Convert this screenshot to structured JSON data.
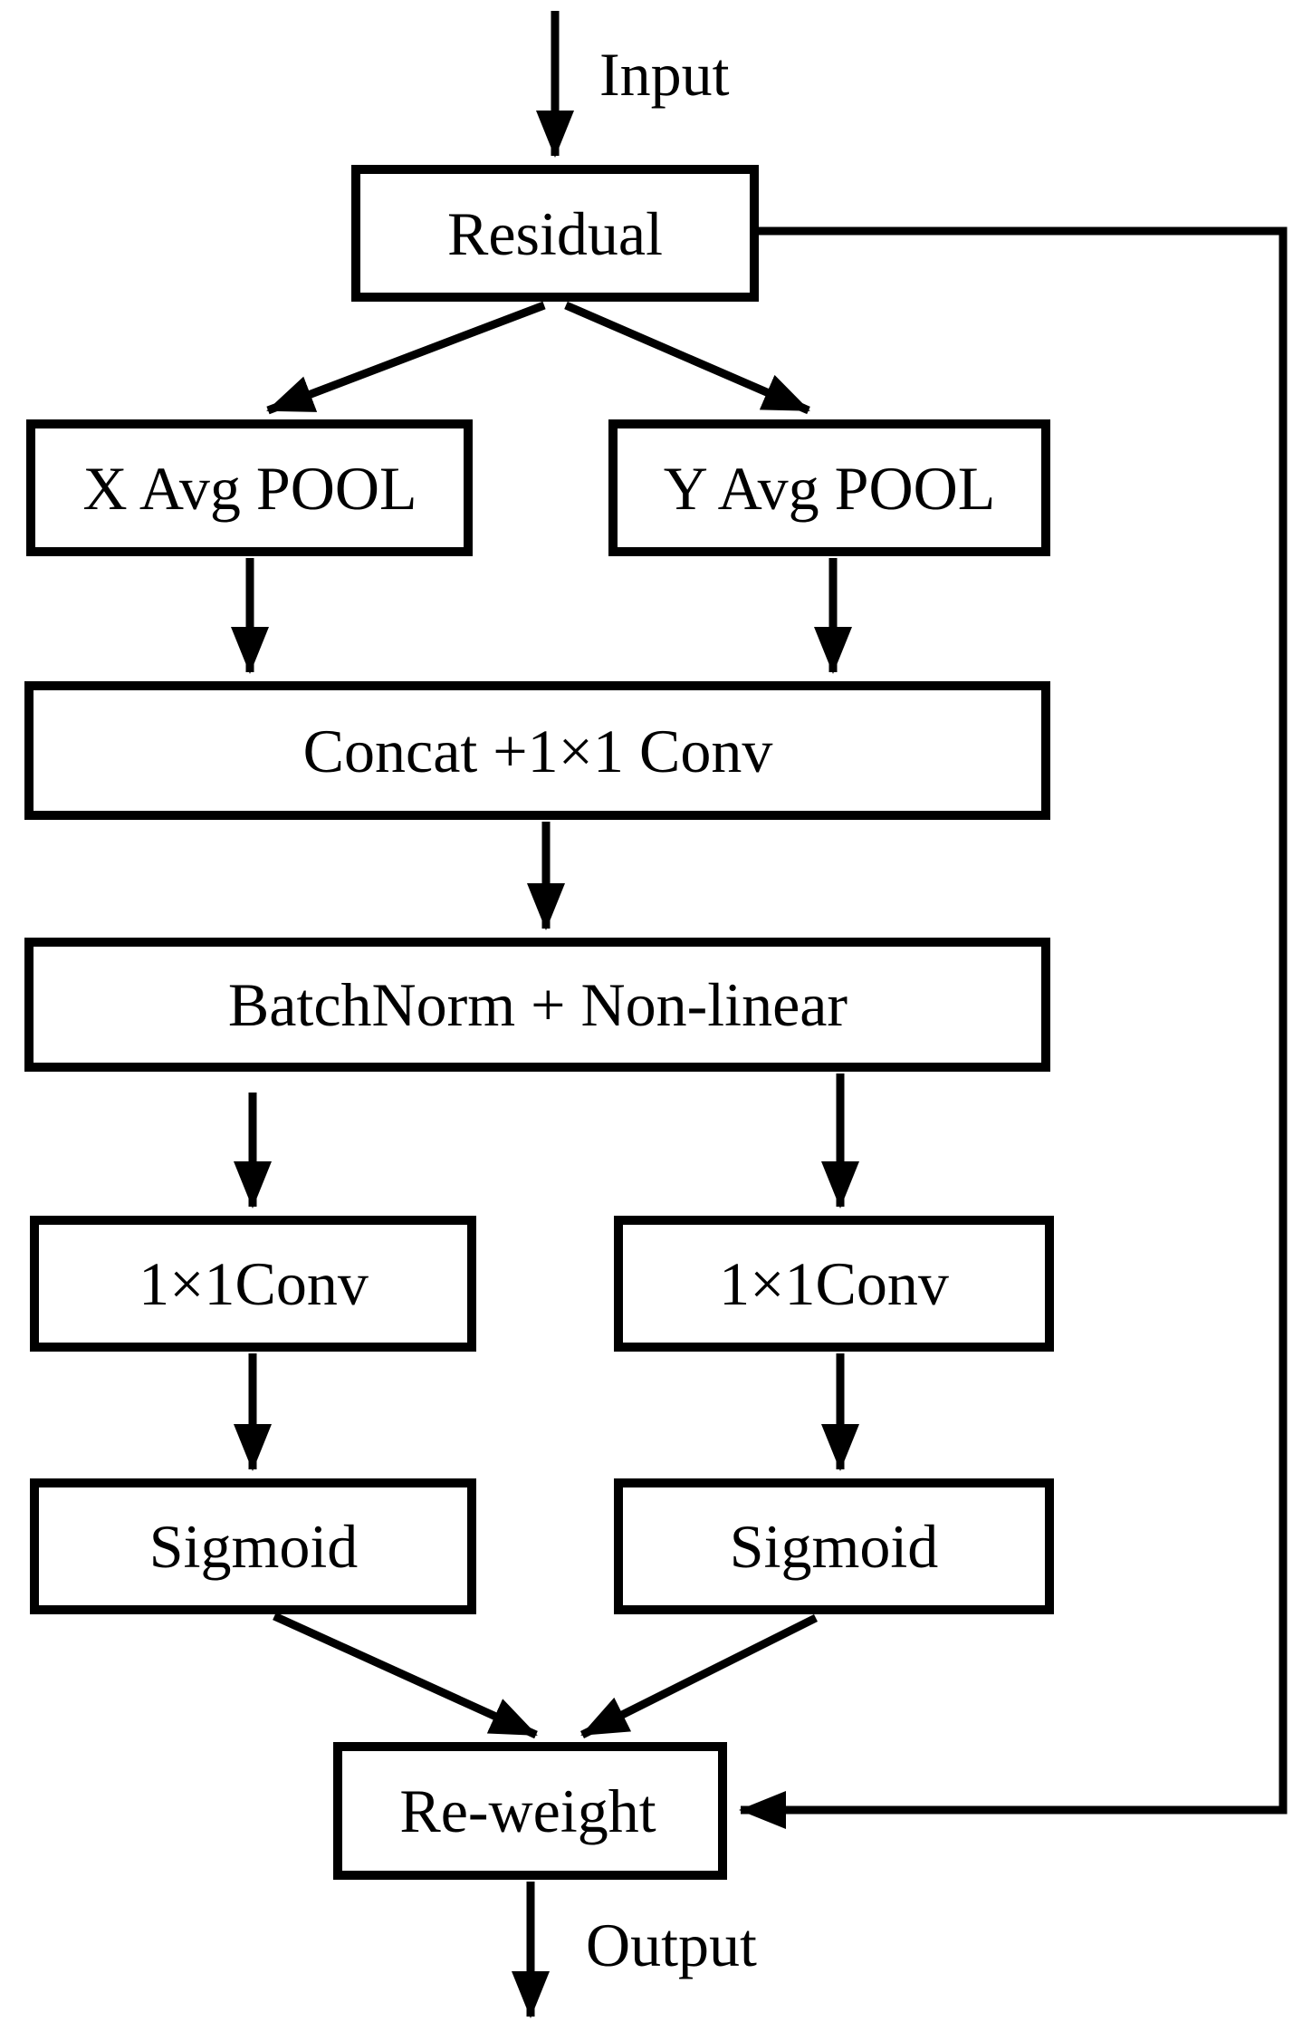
{
  "figure": {
    "type": "flowchart",
    "description": "Coordinate attention block diagram",
    "background_color": "#ffffff",
    "box_fill_color": "#ffffff",
    "line_color": "#000000"
  },
  "labels": {
    "input": "Input",
    "output": "Output"
  },
  "nodes": {
    "residual": "Residual",
    "x_avg_pool": "X Avg POOL",
    "y_avg_pool": "Y Avg POOL",
    "concat_conv": "Concat +1×1 Conv",
    "batchnorm_nonlinear": "BatchNorm + Non-linear",
    "conv_left": "1×1Conv",
    "conv_right": "1×1Conv",
    "sigmoid_left": "Sigmoid",
    "sigmoid_right": "Sigmoid",
    "reweight": "Re-weight"
  },
  "edges": [
    {
      "from": "input",
      "to": "residual"
    },
    {
      "from": "residual",
      "to": "x_avg_pool"
    },
    {
      "from": "residual",
      "to": "y_avg_pool"
    },
    {
      "from": "x_avg_pool",
      "to": "concat_conv"
    },
    {
      "from": "y_avg_pool",
      "to": "concat_conv"
    },
    {
      "from": "concat_conv",
      "to": "batchnorm_nonlinear"
    },
    {
      "from": "batchnorm_nonlinear",
      "to": "conv_left"
    },
    {
      "from": "batchnorm_nonlinear",
      "to": "conv_right"
    },
    {
      "from": "conv_left",
      "to": "sigmoid_left"
    },
    {
      "from": "conv_right",
      "to": "sigmoid_right"
    },
    {
      "from": "sigmoid_left",
      "to": "reweight"
    },
    {
      "from": "sigmoid_right",
      "to": "reweight"
    },
    {
      "from": "residual",
      "to": "reweight",
      "type": "skip-connection"
    },
    {
      "from": "reweight",
      "to": "output"
    }
  ]
}
